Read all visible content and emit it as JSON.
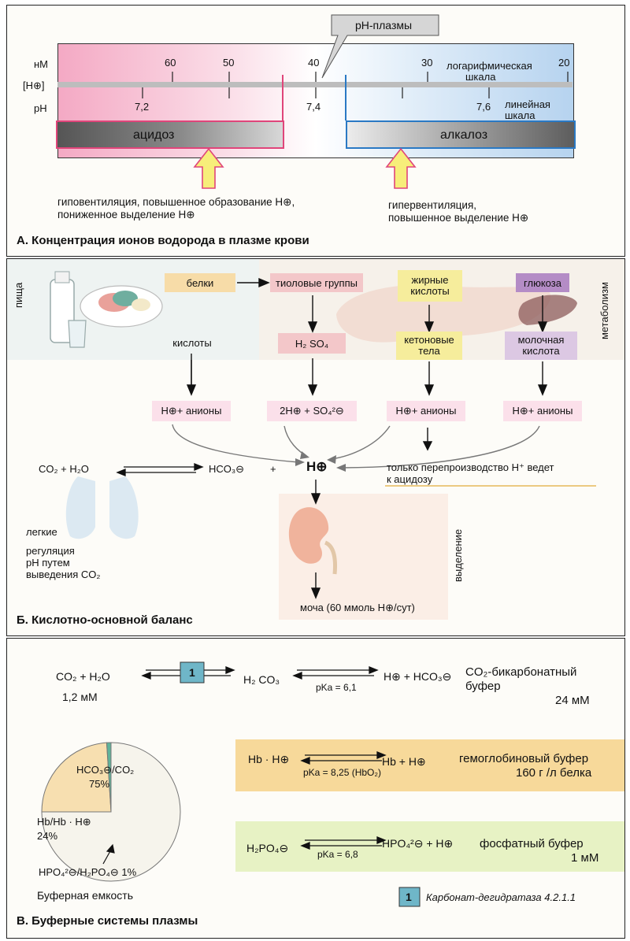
{
  "panel_a": {
    "callout": "pH-плазмы",
    "nm_label": "нМ",
    "h_label": "[H⊕]",
    "ph_label": "pH",
    "nm_ticks": [
      "60",
      "50",
      "40",
      "30",
      "20"
    ],
    "ph_ticks": [
      "7,2",
      "7,4",
      "7,6"
    ],
    "log_scale_label": [
      "логарифмическая",
      "шкала"
    ],
    "linear_scale_label": [
      "линейная",
      "шкала"
    ],
    "acidosis": "ацидоз",
    "alkalosis": "алкалоз",
    "acidosis_causes": [
      "гиповентиляция, повышенное образование H⊕,",
      "пониженное выделение H⊕"
    ],
    "alkalosis_causes": [
      "гипервентиляция,",
      "повышенное выделение H⊕"
    ],
    "title": "A. Концентрация ионов водорода в плазме крови"
  },
  "panel_b": {
    "food_label": "пища",
    "metabolism_label": "метаболизм",
    "proteins": "белки",
    "thiol_groups": "тиоловые группы",
    "fatty_acids": [
      "жирные",
      "кислоты"
    ],
    "glucose": "глюкоза",
    "acids": "кислоты",
    "h2so4": "H₂ SO₄",
    "ketone_bodies": [
      "кетоновые",
      "тела"
    ],
    "lactic_acid": [
      "молочная",
      "кислота"
    ],
    "h_anions_1": "H⊕+ анионы",
    "h2_so4_ions": "2H⊕ + SO₄²⊖",
    "h_anions_2": "H⊕+ анионы",
    "h_anions_3": "H⊕+ анионы",
    "co2_eq": "CO₂  +  H₂O",
    "hco3": "HCO₃⊖",
    "plus": "+",
    "h_center": "H⊕",
    "overproduction_note": [
      "только перепроизводство H⁺ ведет",
      "к ацидозу"
    ],
    "lungs": "легкие",
    "regulation": [
      "регуляция",
      "pH путем",
      "выведения CO₂"
    ],
    "excretion_label": "выделение",
    "urine": "моча (60 ммоль H⊕/сут)",
    "title": "Б. Кислотно-основной баланс"
  },
  "panel_c": {
    "co2_eq": "CO₂  +  H₂O",
    "co2_conc": "1,2 мМ",
    "enzyme_num": "1",
    "h2co3": "H₂ CO₃",
    "pka_1": "pKa = 6,1",
    "h_hco3": "H⊕ + HCO₃⊖",
    "bicarb_name": [
      "CO₂-бикарбонатный",
      "буфер"
    ],
    "bicarb_conc": "24 мМ",
    "pie_bicarb": [
      "HCO₃⊖/CO₂",
      "75%"
    ],
    "pie_hb": [
      "Hb/Hb · H⊕",
      "24%"
    ],
    "pie_phos": "HPO₄²⊖/H₂PO₄⊖ 1%",
    "buffer_capacity": "Буферная емкость",
    "hb_left": "Hb · H⊕",
    "hb_right": "Hb + H⊕",
    "pka_hb": "pKa = 8,25 (HbO₂)",
    "hb_name": "гемоглобиновый буфер",
    "hb_conc": "160 г /л белка",
    "phos_left": "H₂PO₄⊖",
    "phos_right": "HPO₄²⊖ + H⊕",
    "pka_phos": "pKa = 6,8",
    "phos_name": "фосфатный буфер",
    "phos_conc": "1 мМ",
    "enzyme_legend": "Карбонат-дегидратаза 4.2.1.1",
    "title": "В. Буферные системы плазмы"
  },
  "chart_data": {
    "type": "pie",
    "title": "Буферная емкость",
    "labels": [
      "HCO₃⊖/CO₂",
      "Hb/Hb · H⊕",
      "HPO₄²⊖/H₂PO₄⊖"
    ],
    "values": [
      75,
      24,
      1
    ],
    "colors": [
      "#f6f4ec",
      "#f7dfb0",
      "#5fb39a"
    ]
  },
  "colors": {
    "acid": "#e0457a",
    "alkali": "#2a79c4",
    "yellow_arrow": "#f7ee7a",
    "enzyme_box": "#6fb6c8",
    "hb_band": "#f7d99a",
    "phos_band": "#e7f2c4"
  }
}
